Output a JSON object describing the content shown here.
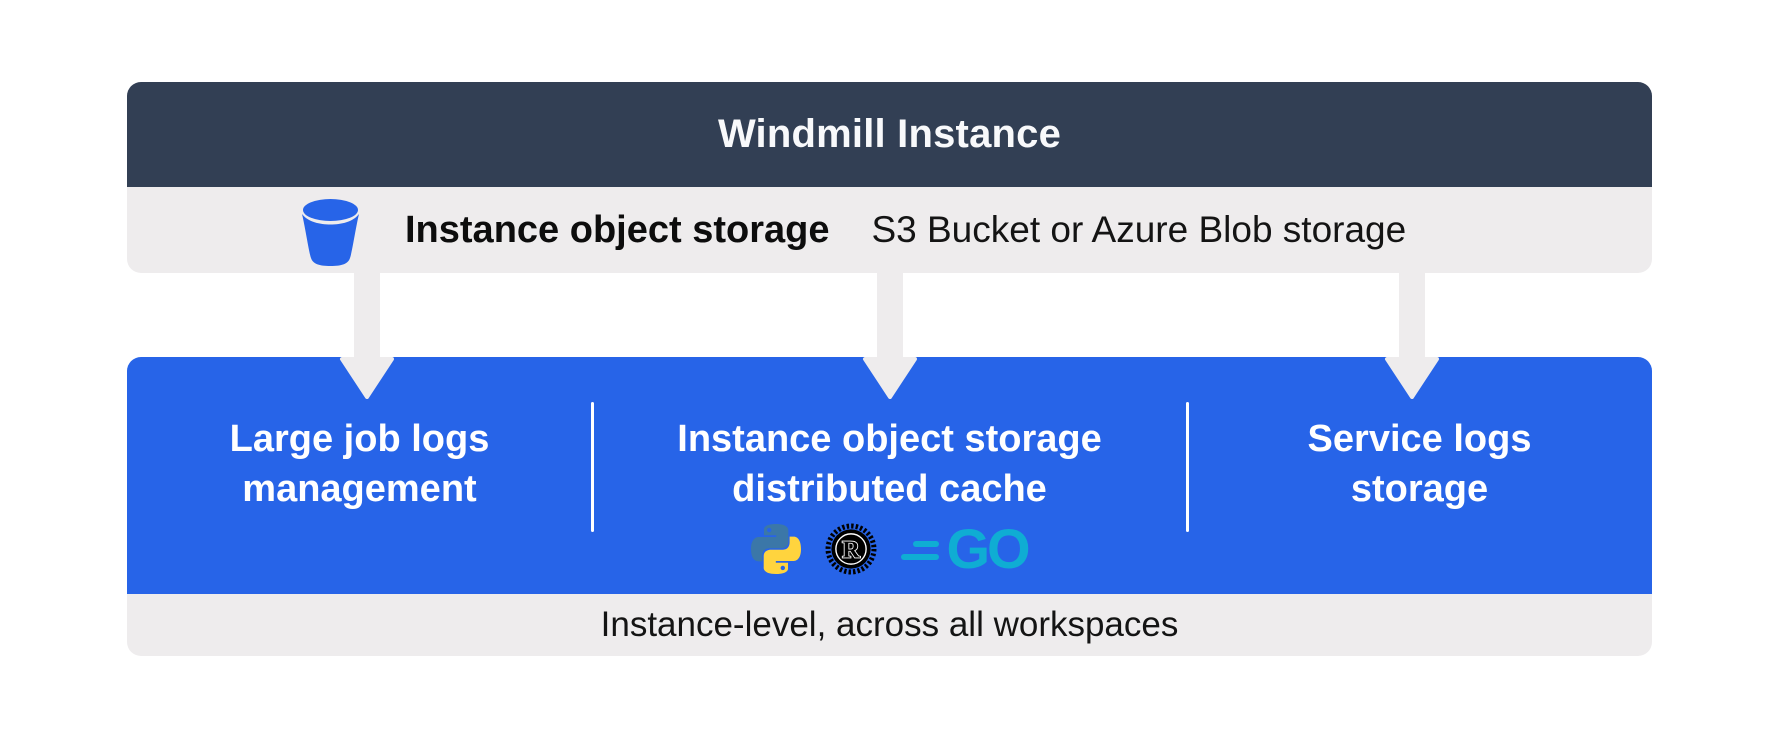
{
  "header": {
    "title": "Windmill Instance"
  },
  "storage_bar": {
    "icon": "bucket-icon",
    "label": "Instance object storage",
    "sublabel": "S3 Bucket or Azure Blob storage"
  },
  "sections": [
    {
      "label": "Large job logs\nmanagement"
    },
    {
      "label": "Instance object storage\ndistributed cache",
      "icons": [
        "python-icon",
        "rust-icon",
        "go-icon"
      ]
    },
    {
      "label": "Service logs\nstorage"
    }
  ],
  "footer": {
    "label": "Instance-level, across all workspaces"
  },
  "colors": {
    "header_bg": "#323f54",
    "panel_blue": "#2764e8",
    "bar_gray": "#eeeced",
    "python_blue": "#3b77a8",
    "python_yellow": "#ffd43e",
    "rust_black": "#000000",
    "go_teal": "#0fadd3"
  }
}
